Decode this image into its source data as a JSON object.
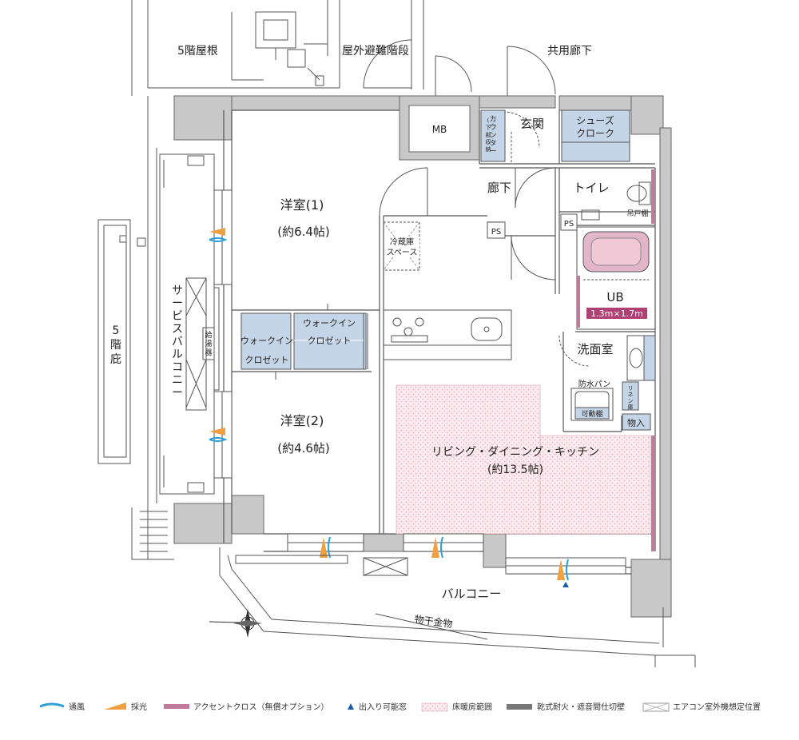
{
  "outside": {
    "roof_5f": "5階屋根",
    "evacuation_stairs": "屋外避難階段",
    "common_corridor": "共用廊下",
    "eave_5f_chars": [
      "5",
      "階",
      "庇"
    ],
    "service_balcony_chars": [
      "サ",
      "ー",
      "ビ",
      "ス",
      "バ",
      "ル",
      "コ",
      "ニ",
      "ー"
    ],
    "water_heater_chars": [
      "給",
      "湯",
      "器"
    ],
    "balcony": "バルコニー",
    "drying_hardware": "物干金物"
  },
  "rooms": {
    "mb": "MB",
    "counter_chars": [
      "カ",
      "ウ",
      "ン",
      "タ",
      "ー"
    ],
    "counter_note_chars": [
      "(",
      "下",
      "部",
      "収",
      "納",
      ")"
    ],
    "entrance": "玄関",
    "shoes_cloak_1": "シューズ",
    "shoes_cloak_2": "クローク",
    "hallway": "廊下",
    "toilet": "トイレ",
    "hanging_shelf": "吊戸棚",
    "ps": "PS",
    "fridge_1": "冷蔵庫",
    "fridge_2": "スペース",
    "western1_name": "洋室(1)",
    "western1_size": "(約6.4帖)",
    "western2_name": "洋室(2)",
    "western2_size": "(約4.6帖)",
    "wic_a_1": "ウォークイン",
    "wic_a_2": "クロゼット",
    "wic_b_1": "ウォークイン",
    "wic_b_2": "クロゼット",
    "ub": "UB",
    "ub_size": "1.3m×1.7m",
    "washroom": "洗面室",
    "waterproof_pan": "防水パン",
    "movable_shelf": "可動棚",
    "linen_chars": [
      "リ",
      "ネ",
      "ン",
      "庫"
    ],
    "storage": "物入",
    "ldk_name": "リビング・ダイニング・キッチン",
    "ldk_size": "(約13.5帖)"
  },
  "legend": {
    "ventilation": "通風",
    "daylight": "採光",
    "accent_cloth": "アクセントクロス（無償オプション）",
    "doorway_window": "出入り可能窓",
    "floor_heating": "床暖房範囲",
    "dry_wall": "乾式耐火・遮音間仕切壁",
    "ac_outdoor_unit": "エアコン室外機想定位置"
  },
  "colors": {
    "wall": "#c8c8c8",
    "closet": "#c5d5e8",
    "accent_pink": "#c07a9c",
    "ub_fill": "#e2b6c8",
    "floor_heat": "#f4d6dc",
    "ventilation_blue": "#2f9fd8",
    "daylight_orange": "#f0a040",
    "doorway_navy": "#1a5ea8"
  },
  "icons": {
    "north": "north-arrow-icon",
    "window_mark": "window-triangle-icon",
    "vent": "ventilation-wave-icon",
    "light": "daylight-wedge-icon"
  }
}
